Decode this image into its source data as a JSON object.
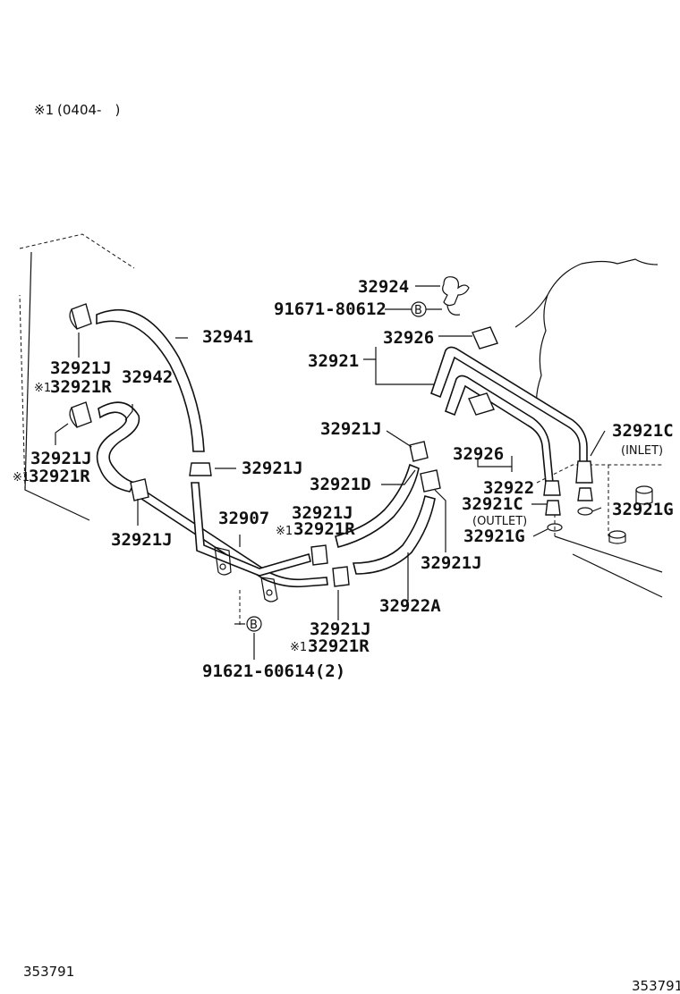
{
  "note": {
    "mark": "※1",
    "text": "(0404-　)"
  },
  "labels": {
    "p32924": "32924",
    "p91671": "91671-80612",
    "p32941": "32941",
    "p32926a": "32926",
    "p32921": "32921",
    "p32921J_a": "32921J",
    "p32921R_a": "32921R",
    "p32942": "32942",
    "p32921J_b": "32921J",
    "p32921R_b": "32921R",
    "p32921J_c": "32921J",
    "p32921J_d": "32921J",
    "p32926b": "32926",
    "p32921C_a": "32921C",
    "inlet": "(INLET)",
    "p32921D": "32921D",
    "p32922": "32922",
    "p32921C_b": "32921C",
    "outlet": "(OUTLET)",
    "p32921G_a": "32921G",
    "p32907": "32907",
    "p32921J_e": "32921J",
    "p32921R_e": "32921R",
    "p32921G_b": "32921G",
    "p32921J_f": "32921J",
    "p32921J_g": "32921J",
    "p32922A": "32922A",
    "p32921J_h": "32921J",
    "p32921R_h": "32921R",
    "p91621": "91621-60614(2)",
    "bmark_a": "B",
    "bmark_b": "B",
    "mark": "※1"
  },
  "footer": {
    "left_ref": "353791",
    "right_ref": "353791"
  }
}
